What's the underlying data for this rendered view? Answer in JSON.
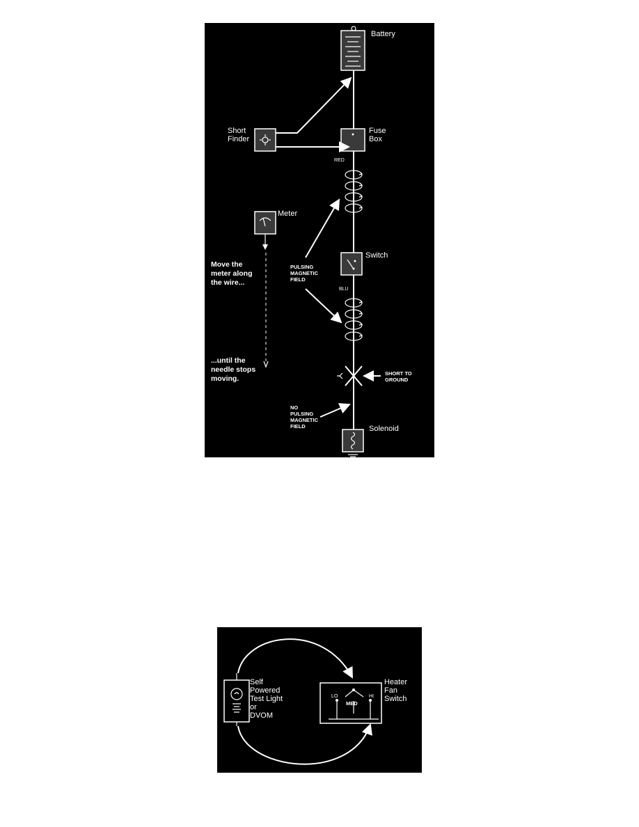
{
  "top_diagram": {
    "labels": {
      "battery": "Battery",
      "short_finder_1": "Short",
      "short_finder_2": "Finder",
      "fuse_box_1": "Fuse",
      "fuse_box_2": "Box",
      "red": "RED",
      "meter": "Meter",
      "switch": "Switch",
      "blu": "BLU",
      "pulsing_1": "PULSING",
      "pulsing_2": "MAGNETIC",
      "pulsing_3": "FIELD",
      "move_1": "Move the",
      "move_2": "meter along",
      "move_3": "the wire...",
      "until_1": "...until the",
      "until_2": "needle stops",
      "until_3": "moving.",
      "short_ground_1": "SHORT TO",
      "short_ground_2": "GROUND",
      "no_pulsing_1": "NO",
      "no_pulsing_2": "PULSING",
      "no_pulsing_3": "MAGNETIC",
      "no_pulsing_4": "FIELD",
      "solenoid": "Solenoid"
    }
  },
  "bottom_diagram": {
    "labels": {
      "tester_1": "Self",
      "tester_2": "Powered",
      "tester_3": "Test Light",
      "tester_4": "or",
      "tester_5": "DVOM",
      "switch_1": "Heater",
      "switch_2": "Fan",
      "switch_3": "Switch",
      "lo": "LO",
      "med": "MED",
      "hi": "HI"
    }
  }
}
